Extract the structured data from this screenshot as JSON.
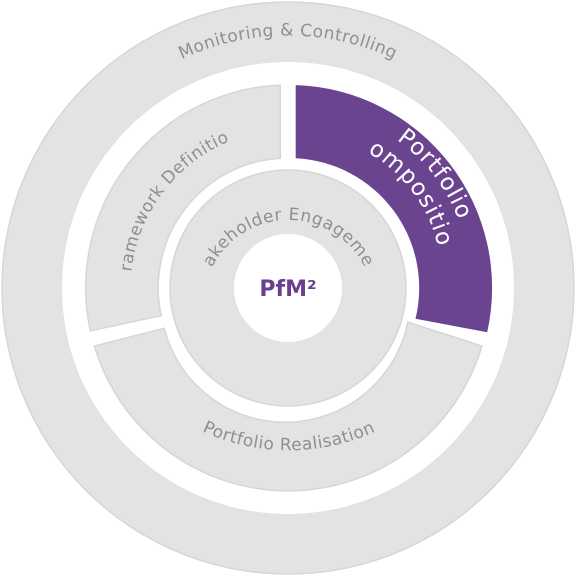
{
  "diagram": {
    "outer_ring": "Monitoring & Controlling",
    "framework": "Framework Definition",
    "composition_line1": "Portfolio",
    "composition_line2": "Composition",
    "realisation": "Portfolio Realisation",
    "stakeholder": "Stakeholder Engagement",
    "center": "PfM²"
  },
  "colors": {
    "ring": "#e3e3e3",
    "outline": "#d6d6d6",
    "highlight": "#6b4490",
    "label": "#8f8f8f",
    "center_text": "#6b3f8d"
  }
}
